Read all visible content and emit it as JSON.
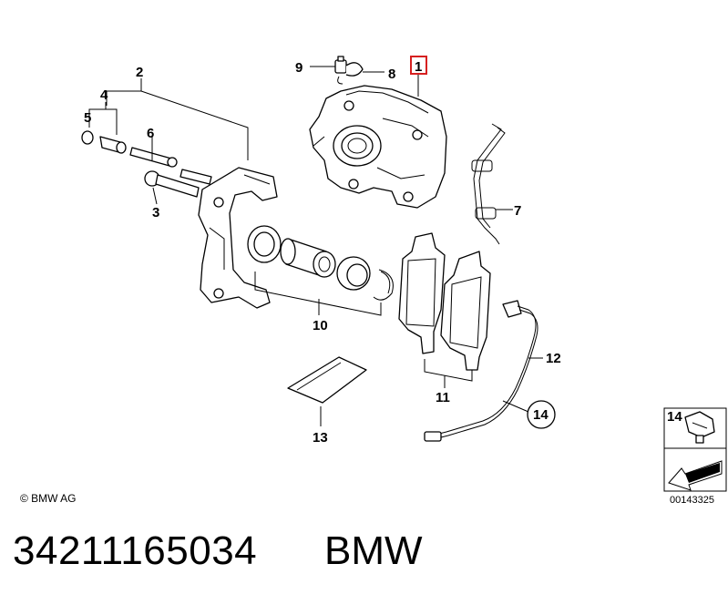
{
  "labels": {
    "p1": "1",
    "p2": "2",
    "p3": "3",
    "p4": "4",
    "p5": "5",
    "p6": "6",
    "p7": "7",
    "p8": "8",
    "p9": "9",
    "p10": "10",
    "p11": "11",
    "p12": "12",
    "p13": "13",
    "p14": "14",
    "inset14": "14"
  },
  "copyright": "© BMW AG",
  "diagram_id": "00143325",
  "part_number": "34211165034",
  "brand": "BMW",
  "colors": {
    "highlight": "#d62020",
    "line": "#000000"
  }
}
